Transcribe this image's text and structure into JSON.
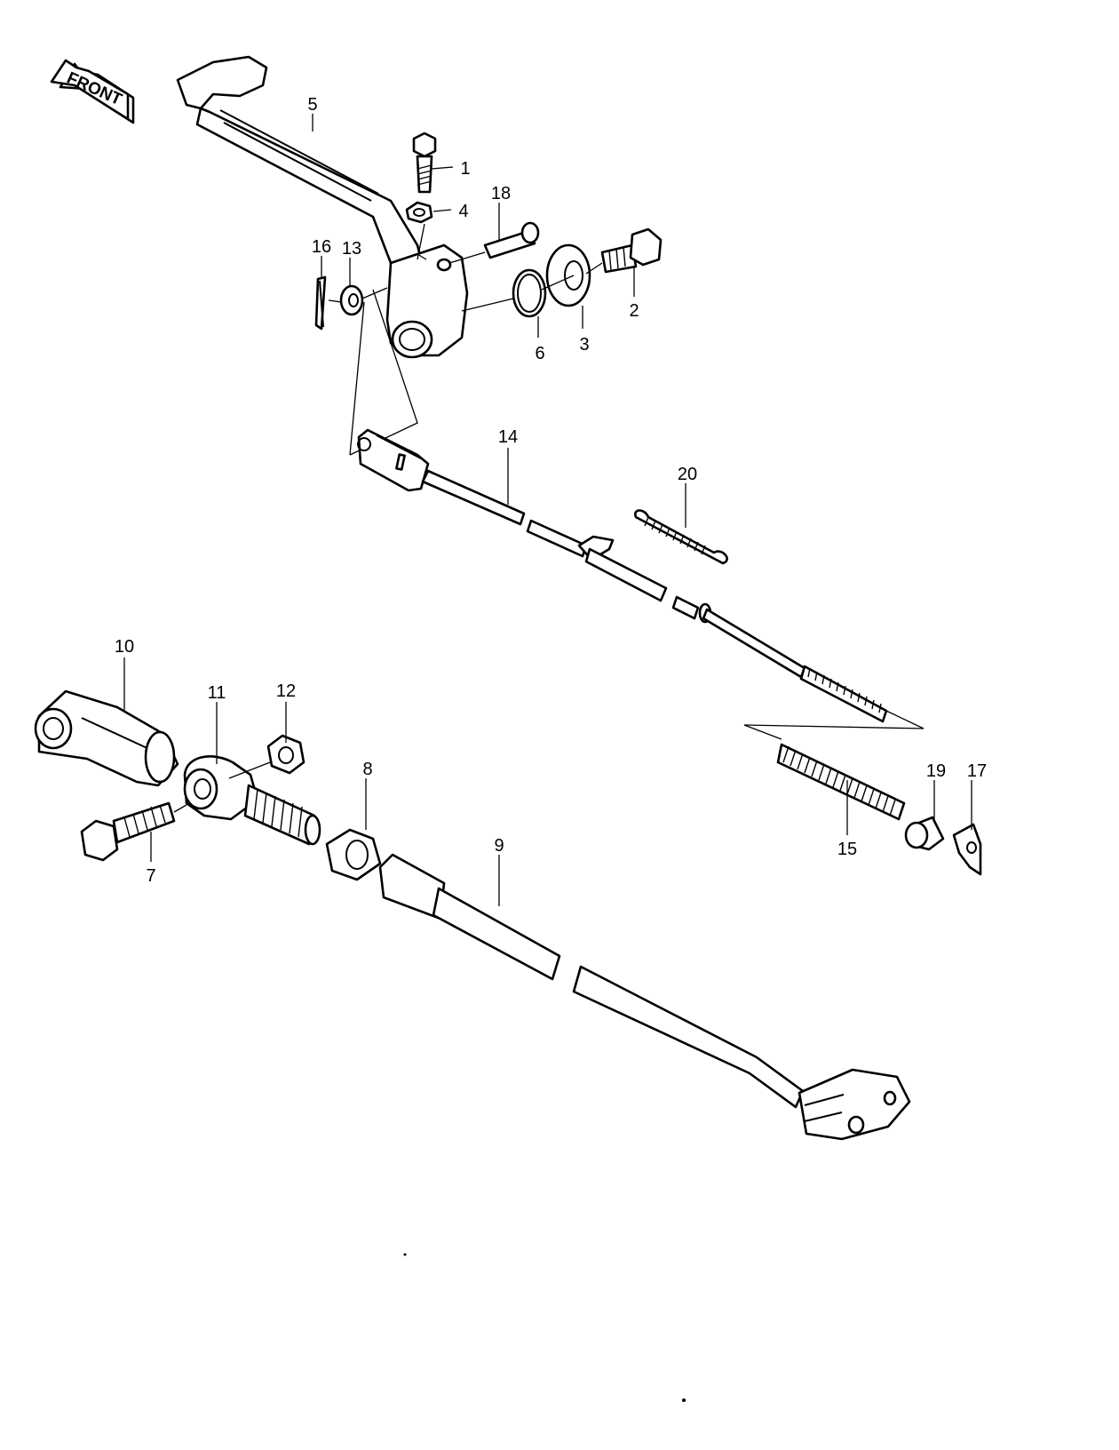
{
  "front_badge": "FRONT",
  "labels": {
    "p1": "1",
    "p2": "2",
    "p3": "3",
    "p4": "4",
    "p5": "5",
    "p6": "6",
    "p7": "7",
    "p8": "8",
    "p9": "9",
    "p10": "10",
    "p11": "11",
    "p12": "12",
    "p13": "13",
    "p14": "14",
    "p15": "15",
    "p16": "16",
    "p17": "17",
    "p18": "18",
    "p19": "19",
    "p20": "20"
  }
}
